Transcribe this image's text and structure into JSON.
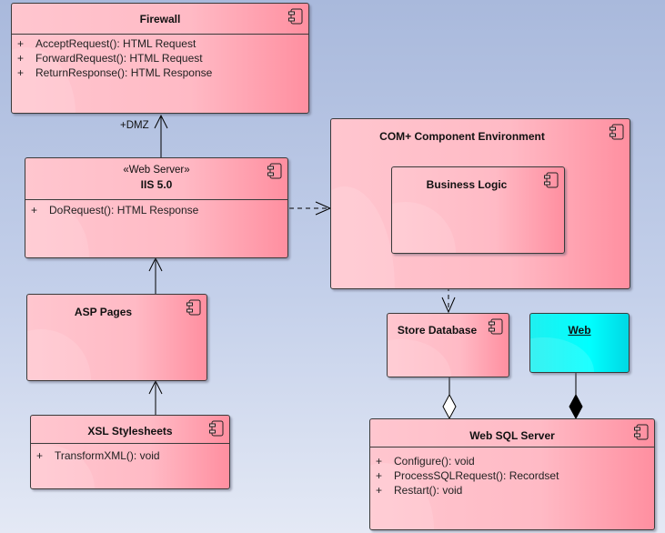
{
  "components": {
    "firewall": {
      "title": "Firewall",
      "operations": [
        {
          "vis": "+",
          "sig": "AcceptRequest(): HTML Request"
        },
        {
          "vis": "+",
          "sig": "ForwardRequest(): HTML Request"
        },
        {
          "vis": "+",
          "sig": "ReturnResponse(): HTML Response"
        }
      ]
    },
    "iis": {
      "stereotype": "«Web Server»",
      "title": "IIS 5.0",
      "operations": [
        {
          "vis": "+",
          "sig": "DoRequest(): HTML Response"
        }
      ]
    },
    "asp": {
      "title": "ASP Pages"
    },
    "xsl": {
      "title": "XSL Stylesheets",
      "operations": [
        {
          "vis": "+",
          "sig": "TransformXML(): void"
        }
      ]
    },
    "com": {
      "title": "COM+ Component Environment"
    },
    "business": {
      "title": "Business Logic"
    },
    "store": {
      "title": "Store Database"
    },
    "web": {
      "title": "Web"
    },
    "sql": {
      "title": "Web SQL Server",
      "operations": [
        {
          "vis": "+",
          "sig": "Configure(): void"
        },
        {
          "vis": "+",
          "sig": "ProcessSQLRequest(): Recordset"
        },
        {
          "vis": "+",
          "sig": "Restart(): void"
        }
      ]
    }
  },
  "labels": {
    "dmz": "+DMZ"
  },
  "icons": {
    "component": "uml-component-icon"
  },
  "colors": {
    "component_fill": "#ffbac5",
    "web_fill": "#00ffff",
    "line": "#000000"
  }
}
